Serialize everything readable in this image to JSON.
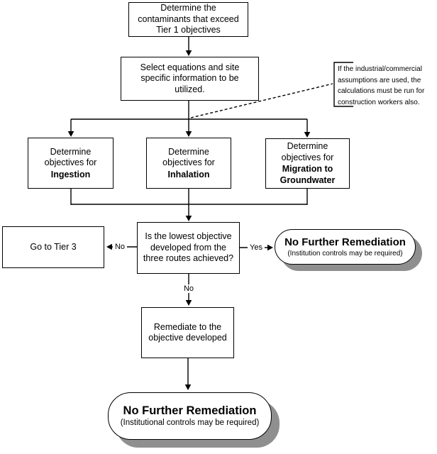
{
  "diagram": {
    "nodes": {
      "contaminants": {
        "text": "Determine the\ncontaminants that exceed\nTier 1 objectives"
      },
      "select_equations": {
        "text": "Select equations and site\nspecific information to be\nutilized."
      },
      "note": {
        "text": "If the industrial/commercial\nassumptions are used, the\ncalculations must be run for\nconstruction workers also."
      },
      "routes": [
        {
          "label": "Determine\nobjectives for",
          "emphasis": "Ingestion"
        },
        {
          "label": "Determine\nobjectives for",
          "emphasis": "Inhalation"
        },
        {
          "label": "Determine\nobjectives for",
          "emphasis": "Migration to\nGroundwater"
        }
      ],
      "decision": {
        "text": "Is the lowest objective\ndeveloped from the\nthree routes achieved?"
      },
      "tier3": {
        "text": "Go to Tier 3"
      },
      "no_further_top": {
        "title": "No Further Remediation",
        "subtitle": "(Institution controls may be required)"
      },
      "remediate": {
        "text": "Remediate to the\nobjective developed"
      },
      "no_further_end": {
        "title": "No Further Remediation",
        "subtitle": "(Institutional controls may be required)"
      }
    },
    "edge_labels": {
      "no_left": "No",
      "yes_right": "Yes",
      "no_down": "No"
    },
    "colors": {
      "line": "#000000",
      "shadow": "#8f8f8f",
      "background": "#ffffff"
    }
  }
}
